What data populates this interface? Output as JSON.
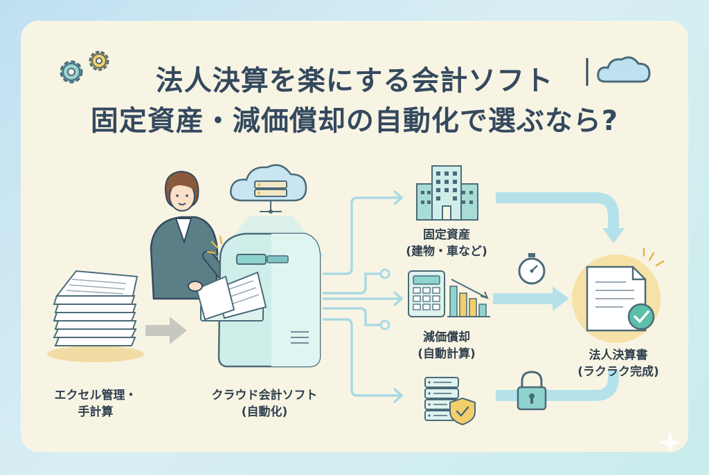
{
  "title": {
    "line1": "法人決算を楽にする会計ソフト",
    "line2": "固定資産・減価償却の自動化で選ぶなら?"
  },
  "nodes": {
    "excel": {
      "line1": "エクセル管理・",
      "line2": "手計算"
    },
    "cloud_software": {
      "line1": "クラウド会計ソフト",
      "line2": "(自動化)"
    },
    "fixed_assets": {
      "line1": "固定資産",
      "line2": "(建物・車など)"
    },
    "depreciation": {
      "line1": "減価償却",
      "line2": "(自動計算)"
    },
    "financial_statements": {
      "line1": "法人決算書",
      "line2": "(ラクラク完成)"
    }
  },
  "colors": {
    "title": "#34495e",
    "accent": "#8fd3cf",
    "arrow": "#a9d9e4",
    "card": "#f8f4e4",
    "check": "#5cbfa8",
    "gear": "#e0b64a"
  },
  "icons": [
    "gear-icon",
    "cloud-icon",
    "building-icon",
    "calculator-icon",
    "stopwatch-icon",
    "server-icon",
    "shield-check-icon",
    "lock-icon",
    "document-check-icon"
  ]
}
